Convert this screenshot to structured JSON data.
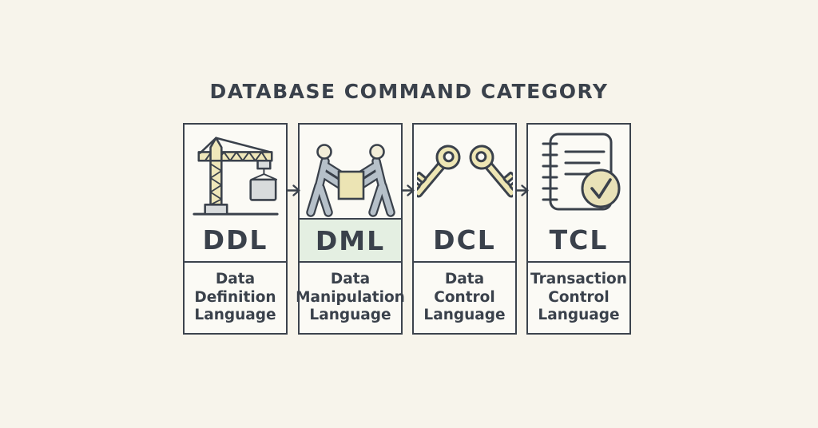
{
  "title": "DATABASE COMMAND CATEGORY",
  "colors": {
    "background": "#f7f4eb",
    "stroke": "#3a414b",
    "card_fill": "#fbfaf5",
    "accent_yellow": "#efe7ba",
    "block_gray": "#d8dbdc",
    "figure_gray": "#b6c0c9",
    "highlight_green": "#e4efe2"
  },
  "categories": [
    {
      "abbr": "DDL",
      "full_name": "Data Definition Language",
      "name_lines": [
        "Data",
        "Definition",
        "Language"
      ],
      "icon": "crane",
      "highlighted": false
    },
    {
      "abbr": "DML",
      "full_name": "Data Manipulation Language",
      "name_lines": [
        "Data",
        "Manipulation",
        "Language"
      ],
      "icon": "workers-carrying-box",
      "highlighted": true
    },
    {
      "abbr": "DCL",
      "full_name": "Data Control Language",
      "name_lines": [
        "Data",
        "Control",
        "Language"
      ],
      "icon": "crossed-keys",
      "highlighted": false
    },
    {
      "abbr": "TCL",
      "full_name": "Transaction Control Language",
      "name_lines": [
        "Transaction",
        "Control",
        "Language"
      ],
      "icon": "notebook-checkmark",
      "highlighted": false
    }
  ]
}
